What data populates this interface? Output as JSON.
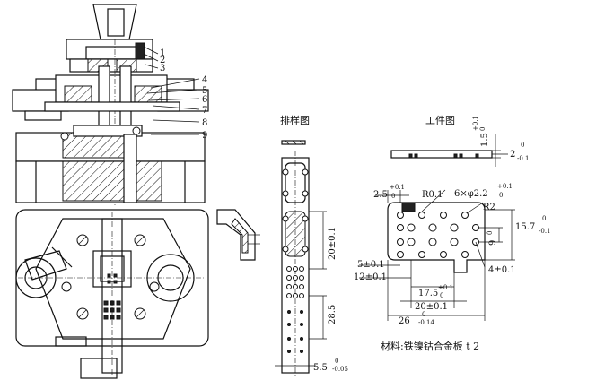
{
  "labels": {
    "strip_layout": "排样图",
    "workpiece": "工件图",
    "material": "材料:铁镍钴合金板 t 2"
  },
  "part_numbers": [
    "1",
    "2",
    "3",
    "4",
    "5",
    "6",
    "7",
    "8",
    "9"
  ],
  "dimensions": {
    "thickness_main": "1.5",
    "thickness_tol_upper": "+0.1",
    "thickness_tol_lower": "0",
    "tab_depth": "2",
    "tab_depth_tol_upper": "0",
    "tab_depth_tol_lower": "-0.1",
    "edge_offset": "2.5",
    "edge_offset_tol_upper": "+0.1",
    "edge_offset_tol_lower": "0",
    "radius_small": "R0.1",
    "hole_spec": "6×φ2.2",
    "hole_tol_upper": "+0.1",
    "hole_tol_lower": "0",
    "radius_corner": "R2",
    "height_overall": "15.7",
    "height_tol_upper": "0",
    "height_tol_lower": "-0.1",
    "row_spacing": "9",
    "row_spacing_tol_upper": "0",
    "row_spacing_tol_lower": "-0.1",
    "bottom_offset": "4±0.1",
    "dim_5": "5±0.1",
    "dim_12": "12±0.1",
    "dim_17_5": "17.5",
    "dim_17_5_tol_upper": "+0.1",
    "dim_17_5_tol_lower": "0",
    "dim_20": "20±0.1",
    "dim_26": "26",
    "dim_26_tol_upper": "0",
    "dim_26_tol_lower": "-0.14",
    "strip_pitch": "20±0.1",
    "strip_length": "28.5",
    "strip_width": "5.5",
    "strip_width_tol_upper": "0",
    "strip_width_tol_lower": "-0.05"
  }
}
